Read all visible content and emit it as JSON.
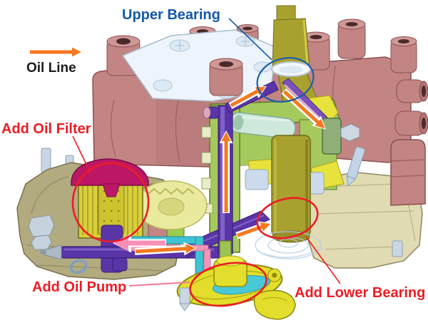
{
  "legend": {
    "label": "Oil Line",
    "text_color": "#1c1c1c"
  },
  "labels": {
    "upper_bearing": {
      "text": "Upper Bearing",
      "color": "#1358a8"
    },
    "add_oil_filter": {
      "text": "Add Oil Filter",
      "color": "#ed1c24"
    },
    "add_oil_pump": {
      "text": "Add Oil Pump",
      "color": "#ed1c24"
    },
    "add_lower_bearing": {
      "text": "Add Lower Bearing",
      "color": "#ed1c24"
    }
  },
  "colors": {
    "annotation_red": "#ed1c24",
    "annotation_blue": "#1a5ea8",
    "arrow_orange": "#f4791f",
    "arrow_pink": "#f78fb8",
    "leader_pink": "#f2798f",
    "oil_line_purple": "#5a35a8",
    "pipe_cyan": "#3fc3d4",
    "housing_pink": "#c38584",
    "case_tan": "#b3ab80",
    "case_translucent": "#ded9ab",
    "shaft_olive": "#a9a12f",
    "section_green": "#a6c95e",
    "pump_yellow": "#e3de2b",
    "filter_cap_magenta": "#bb1766",
    "bearing_ring_white": "#f4f8fb"
  }
}
